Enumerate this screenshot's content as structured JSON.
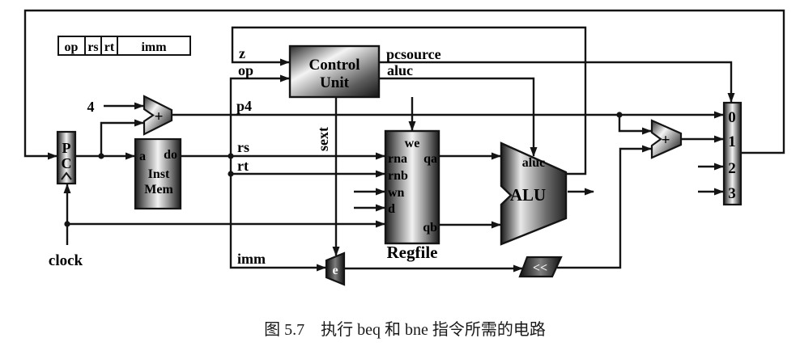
{
  "caption": "图 5.7　执行 beq 和 bne 指令所需的电路",
  "instruction_format": {
    "fields": [
      "op",
      "rs",
      "rt",
      "imm"
    ]
  },
  "labels": {
    "four": "4",
    "clock": "clock",
    "z": "z",
    "op": "op",
    "p4": "p4",
    "rs": "rs",
    "rt": "rt",
    "imm": "imm",
    "pcsource": "pcsource",
    "aluc": "aluc",
    "sext": "sext"
  },
  "blocks": {
    "pc": {
      "letter1": "P",
      "letter2": "C"
    },
    "inst_mem": {
      "port_a": "a",
      "port_do": "do",
      "name1": "Inst",
      "name2": "Mem"
    },
    "control_unit": {
      "name1": "Control",
      "name2": "Unit"
    },
    "regfile": {
      "label": "Regfile",
      "port_we": "we",
      "port_rna": "rna",
      "port_rnb": "rnb",
      "port_wn": "wn",
      "port_d": "d",
      "port_qa": "qa",
      "port_qb": "qb"
    },
    "alu": {
      "label": "ALU",
      "port_aluc": "aluc"
    },
    "adder": {
      "symbol": "+"
    },
    "mux": {
      "options": [
        "0",
        "1",
        "2",
        "3"
      ]
    },
    "extender": {
      "label": "e"
    },
    "shifter": {
      "label": "<<"
    }
  },
  "colors": {
    "ink": "#141414",
    "paper": "#ffffff",
    "metal_dark": "#1c1c1c",
    "metal_light": "#f2f2f2"
  }
}
